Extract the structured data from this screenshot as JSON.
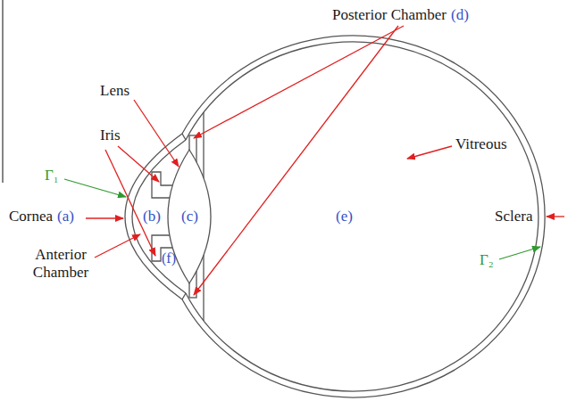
{
  "diagram": {
    "labels": [
      "Posterior Chamber",
      "(d)",
      "Lens",
      "Iris",
      "Vitreous",
      "Γ₁",
      "Cornea",
      "(a)",
      "(b)",
      "(c)",
      "(e)",
      "Sclera",
      "Anterior Chamber",
      "(f)",
      "Γ₂"
    ]
  }
}
